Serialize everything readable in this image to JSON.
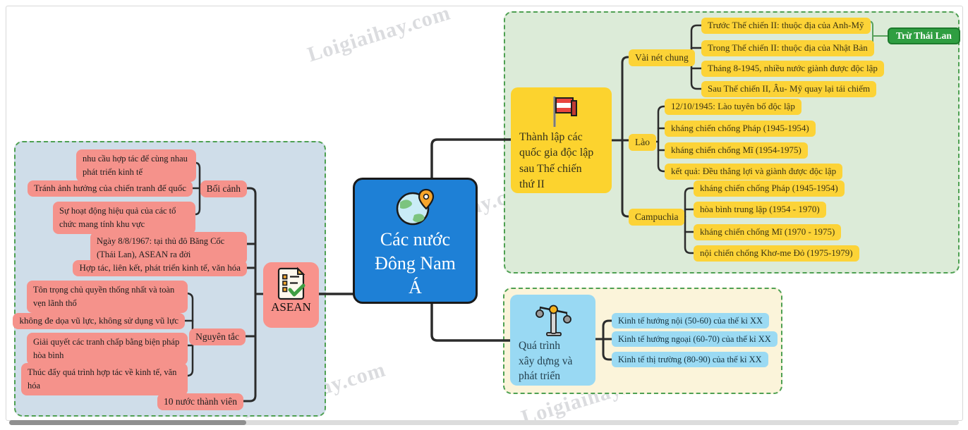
{
  "watermark": "Loigiaihay.com",
  "colors": {
    "center_node": "#1e80d6",
    "left_region_bg": "#cfdde9",
    "topright_region_bg": "#dcebd8",
    "bottomright_region_bg": "#fbf4da",
    "region_border": "#4ea052",
    "pink_node": "#f5928b",
    "yellow_node": "#fcd337",
    "blue_node": "#9bdaf3",
    "green_callout": "#2f9e41",
    "connector": "#2b2b2b"
  },
  "center": {
    "icon": "globe-pin-icon",
    "lines": [
      "Các nước",
      "Đông Nam",
      "Á"
    ]
  },
  "asean": {
    "icon": "checklist-icon",
    "label": "ASEAN",
    "boi_canh": {
      "label": "Bối cảnh",
      "items": [
        "nhu cầu hợp tác để cùng nhau phát triển kinh tế",
        "Tránh ảnh hưởng của chiến tranh đế quốc",
        "Sự hoạt động hiệu quả của các tổ chức mang tính khu vực"
      ]
    },
    "items": [
      "Ngày 8/8/1967: tại thủ đô Băng Cốc (Thái Lan), ASEAN ra đời",
      "Hợp tác, liên kết, phát triển kinh tế, văn hóa"
    ],
    "nguyen_tac": {
      "label": "Nguyên tắc",
      "items": [
        "Tôn trọng chủ quyền thống nhất và toàn vẹn lãnh thổ",
        "không đe dọa vũ lực, không sử dụng vũ lực",
        "Giải quyết các tranh chấp bằng biện pháp hòa bình",
        "Thúc đẩy quá trình hợp tác về kinh tế, văn hóa"
      ]
    },
    "members": "10 nước thành viên"
  },
  "thanh_lap": {
    "icon": "flag-icon",
    "lines": [
      "Thành lập các",
      "quốc gia độc lập",
      "sau Thế chiến",
      "thứ II"
    ],
    "vai_net_chung": {
      "label": "Vài nét chung",
      "callout": "Trừ Thái Lan",
      "items": [
        "Trước Thế chiến II: thuộc địa của Anh-Mỹ",
        "Trong Thế chiến II: thuộc địa của Nhật Bản",
        "Tháng 8-1945, nhiều nước giành được độc lập",
        "Sau Thế chiến II, Âu- Mỹ quay lại tái chiếm"
      ]
    },
    "lao": {
      "label": "Lào",
      "items": [
        "12/10/1945: Lào tuyên bố độc lập",
        "kháng chiến chống Pháp (1945-1954)",
        "kháng chiến chống Mĩ (1954-1975)",
        "kết quả: Đều thắng lợi và giành được độc lập"
      ]
    },
    "campuchia": {
      "label": "Campuchia",
      "items": [
        "kháng chiến chống Pháp (1945-1954)",
        "hòa bình trung lập (1954 - 1970)",
        "kháng chiến chống Mĩ (1970 - 1975)",
        "nội chiến chống Khơ-me Đỏ (1975-1979)"
      ]
    }
  },
  "qua_trinh": {
    "icon": "balance-scale-icon",
    "lines": [
      "Quá trình",
      "xây dựng và",
      "phát triển"
    ],
    "items": [
      "Kinh tế hướng nội (50-60) của thế kỉ XX",
      "Kinh tế hướng ngoại (60-70) của thế kỉ XX",
      "Kinh tế thị trường (80-90) của thế kỉ XX"
    ]
  }
}
